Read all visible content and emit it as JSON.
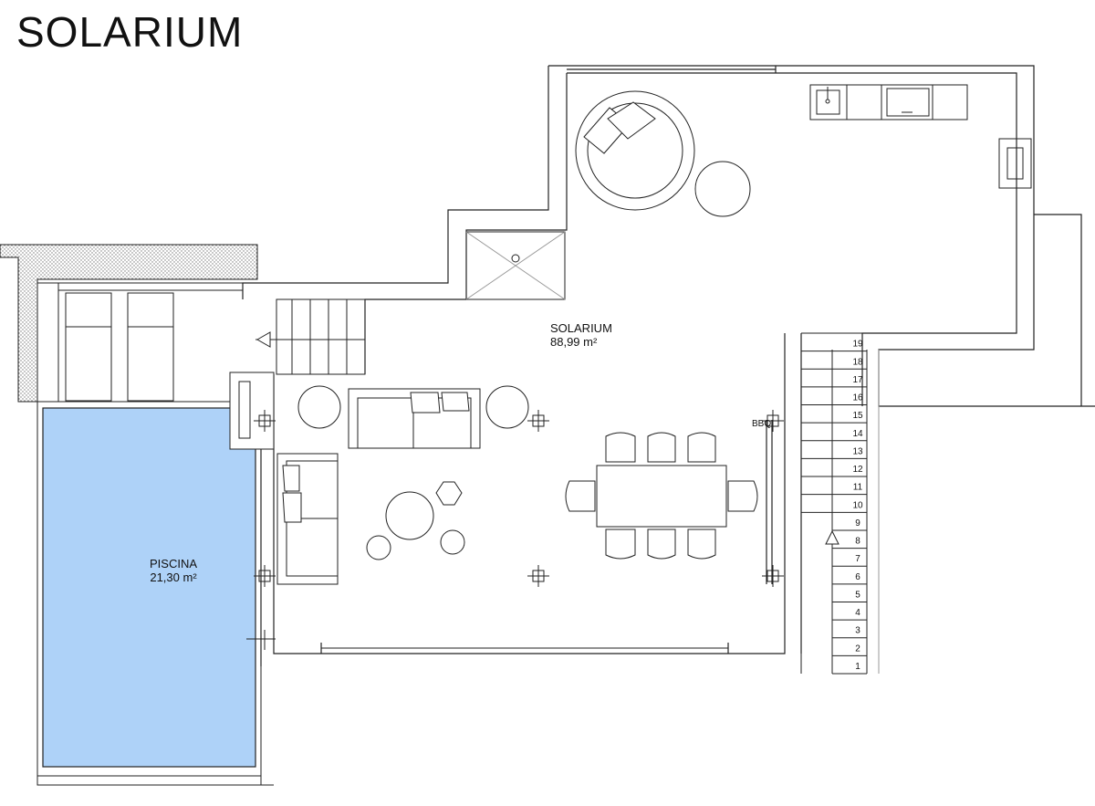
{
  "title": "SOLARIUM",
  "rooms": {
    "solarium": {
      "name": "SOLARIUM",
      "area": "88,99 m²"
    },
    "piscina": {
      "name": "PISCINA",
      "area": "21,30 m²",
      "color": "#aed2f8"
    }
  },
  "bbq_label": "BBQ",
  "stair_steps": [
    "1",
    "2",
    "3",
    "4",
    "5",
    "6",
    "7",
    "8",
    "9",
    "10",
    "11",
    "12",
    "13",
    "14",
    "15",
    "16",
    "17",
    "18",
    "19"
  ],
  "colors": {
    "line": "#222222",
    "pool": "#aed2f8",
    "hatch": "#bbbbbb"
  }
}
